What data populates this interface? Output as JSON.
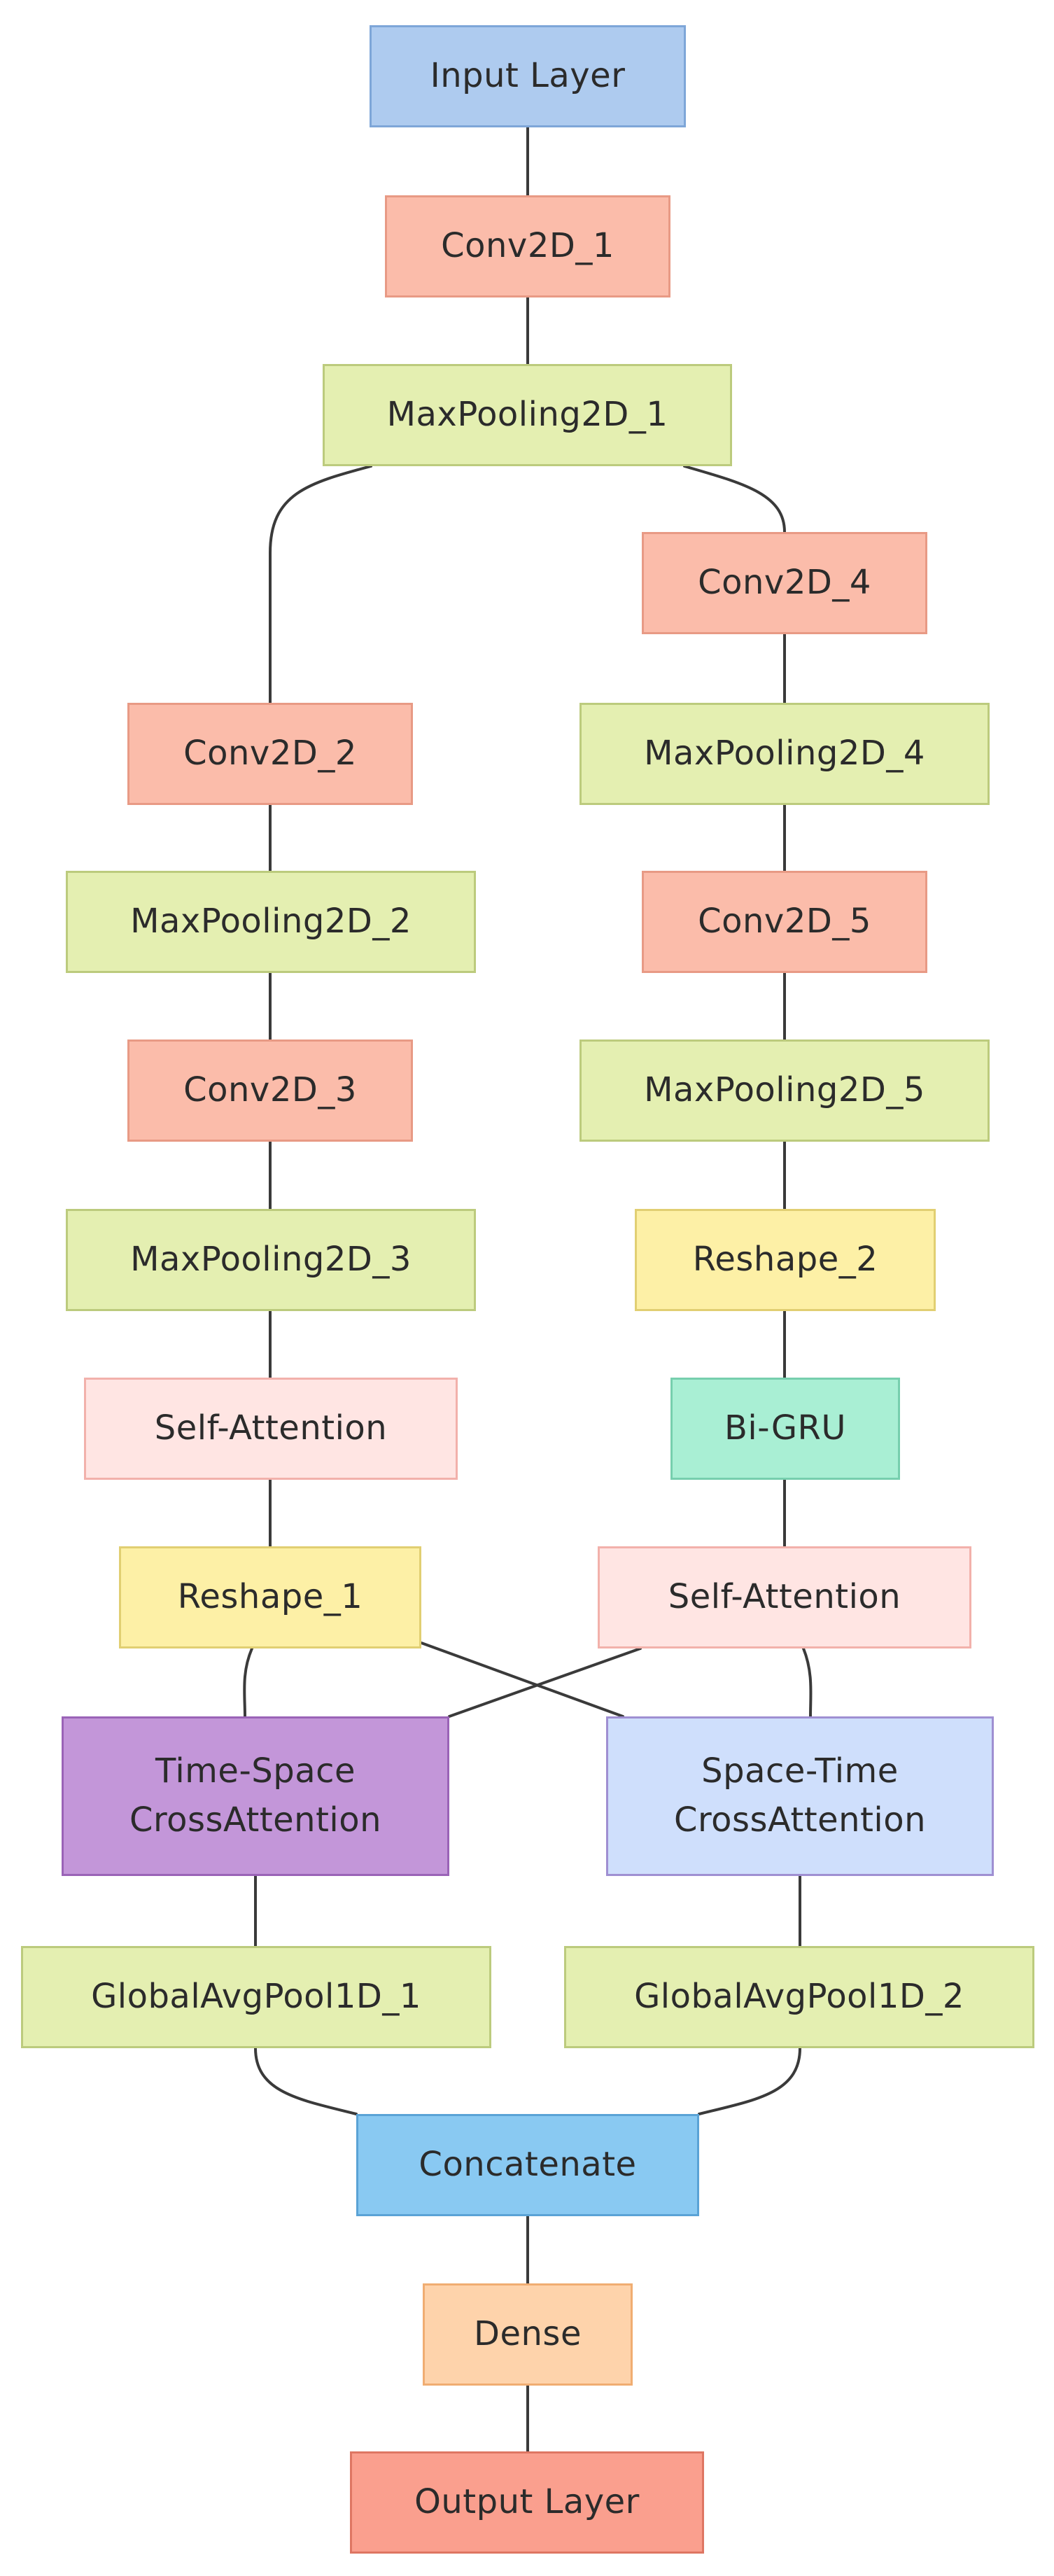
{
  "diagram": {
    "nodes": [
      {
        "id": "input",
        "label": "Input Layer",
        "fill": "#aecbef",
        "stroke": "#7ea6d8"
      },
      {
        "id": "conv1",
        "label": "Conv2D_1",
        "fill": "#fbbcaa",
        "stroke": "#e89a85"
      },
      {
        "id": "mp1",
        "label": "MaxPooling2D_1",
        "fill": "#e4efb1",
        "stroke": "#bccb7d"
      },
      {
        "id": "conv4",
        "label": "Conv2D_4",
        "fill": "#fbbcaa",
        "stroke": "#e89a85"
      },
      {
        "id": "conv2",
        "label": "Conv2D_2",
        "fill": "#fbbcaa",
        "stroke": "#e89a85"
      },
      {
        "id": "mp4",
        "label": "MaxPooling2D_4",
        "fill": "#e4efb1",
        "stroke": "#bccb7d"
      },
      {
        "id": "mp2",
        "label": "MaxPooling2D_2",
        "fill": "#e4efb1",
        "stroke": "#bccb7d"
      },
      {
        "id": "conv5",
        "label": "Conv2D_5",
        "fill": "#fbbcaa",
        "stroke": "#e89a85"
      },
      {
        "id": "conv3",
        "label": "Conv2D_3",
        "fill": "#fbbcaa",
        "stroke": "#e89a85"
      },
      {
        "id": "mp5",
        "label": "MaxPooling2D_5",
        "fill": "#e4efb1",
        "stroke": "#bccb7d"
      },
      {
        "id": "mp3",
        "label": "MaxPooling2D_3",
        "fill": "#e4efb1",
        "stroke": "#bccb7d"
      },
      {
        "id": "reshape2",
        "label": "Reshape_2",
        "fill": "#fdf0a6",
        "stroke": "#e1cf72"
      },
      {
        "id": "sa1",
        "label": "Self-Attention",
        "fill": "#ffe5e3",
        "stroke": "#f2b1ab"
      },
      {
        "id": "bigru",
        "label": "Bi-GRU",
        "fill": "#a9efd4",
        "stroke": "#77cfae"
      },
      {
        "id": "reshape1",
        "label": "Reshape_1",
        "fill": "#fdf0a6",
        "stroke": "#e1cf72"
      },
      {
        "id": "sa2",
        "label": "Self-Attention",
        "fill": "#ffe5e3",
        "stroke": "#f2b1ab"
      },
      {
        "id": "tsca",
        "label": "Time-Space CrossAttention",
        "fill": "#c396d9",
        "stroke": "#9a63b7"
      },
      {
        "id": "stca",
        "label": "Space-Time CrossAttention",
        "fill": "#cfdffc",
        "stroke": "#9f8fd2"
      },
      {
        "id": "gap1",
        "label": "GlobalAvgPool1D_1",
        "fill": "#e4efb1",
        "stroke": "#bccb7d"
      },
      {
        "id": "gap2",
        "label": "GlobalAvgPool1D_2",
        "fill": "#e4efb1",
        "stroke": "#bccb7d"
      },
      {
        "id": "concat",
        "label": "Concatenate",
        "fill": "#89c9f2",
        "stroke": "#5aa3d6"
      },
      {
        "id": "dense",
        "label": "Dense",
        "fill": "#fed3ab",
        "stroke": "#f0ad72"
      },
      {
        "id": "output",
        "label": "Output Layer",
        "fill": "#fa9f8e",
        "stroke": "#de7663"
      }
    ],
    "edges": [
      [
        "input",
        "conv1"
      ],
      [
        "conv1",
        "mp1"
      ],
      [
        "mp1",
        "conv2"
      ],
      [
        "mp1",
        "conv4"
      ],
      [
        "conv2",
        "mp2"
      ],
      [
        "mp2",
        "conv3"
      ],
      [
        "conv3",
        "mp3"
      ],
      [
        "mp3",
        "sa1"
      ],
      [
        "sa1",
        "reshape1"
      ],
      [
        "conv4",
        "mp4"
      ],
      [
        "mp4",
        "conv5"
      ],
      [
        "conv5",
        "mp5"
      ],
      [
        "mp5",
        "reshape2"
      ],
      [
        "reshape2",
        "bigru"
      ],
      [
        "bigru",
        "sa2"
      ],
      [
        "reshape1",
        "tsca"
      ],
      [
        "reshape1",
        "stca"
      ],
      [
        "sa2",
        "tsca"
      ],
      [
        "sa2",
        "stca"
      ],
      [
        "tsca",
        "gap1"
      ],
      [
        "stca",
        "gap2"
      ],
      [
        "gap1",
        "concat"
      ],
      [
        "gap2",
        "concat"
      ],
      [
        "concat",
        "dense"
      ],
      [
        "dense",
        "output"
      ]
    ]
  }
}
